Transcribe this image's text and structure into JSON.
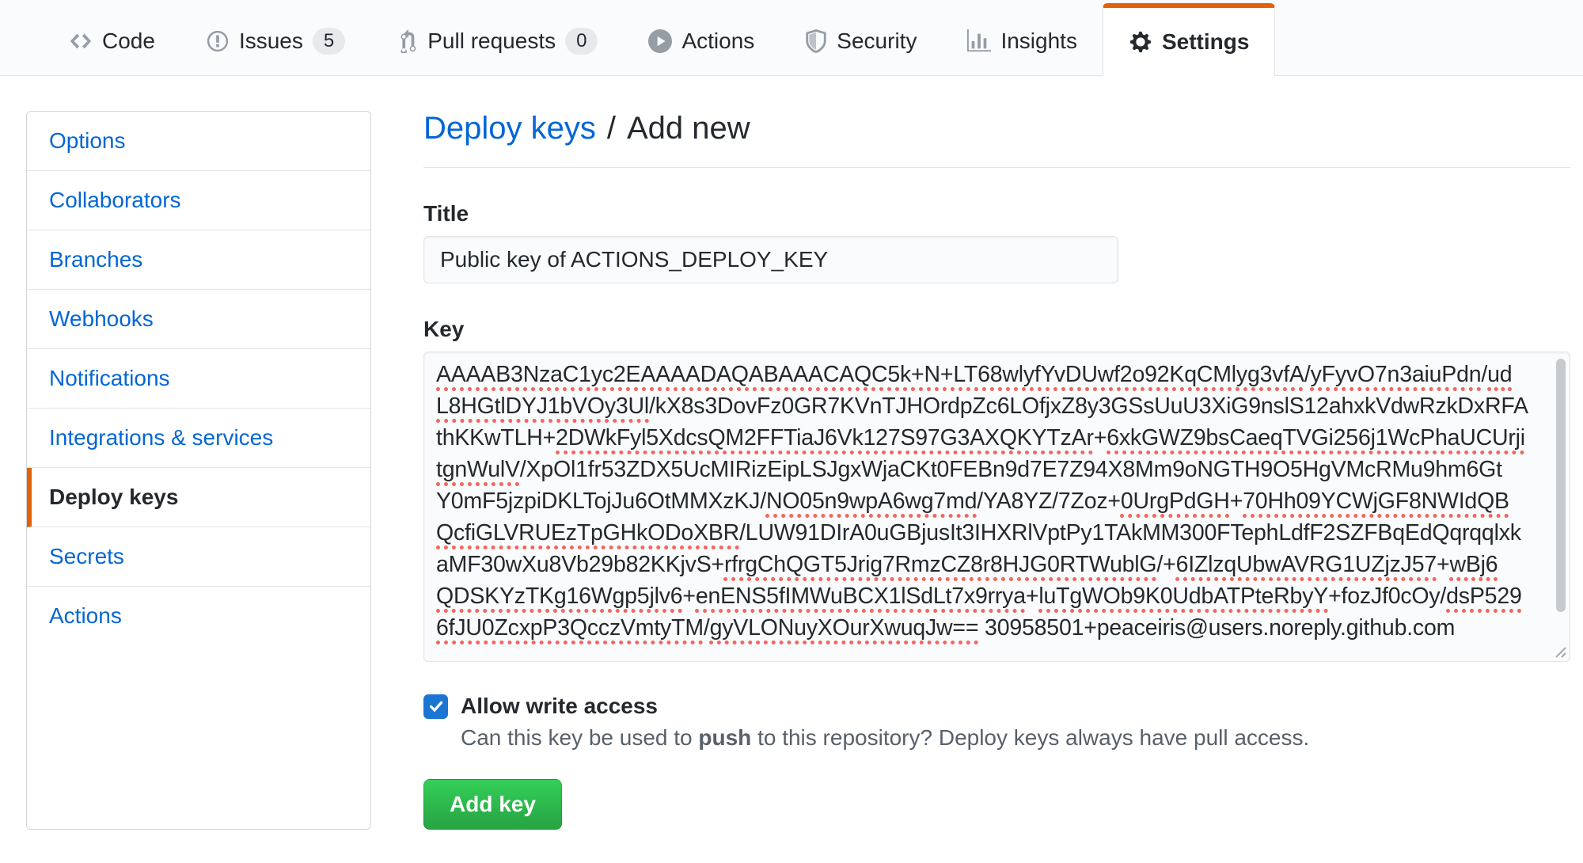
{
  "nav": {
    "tabs": [
      {
        "label": "Code"
      },
      {
        "label": "Issues",
        "count": "5"
      },
      {
        "label": "Pull requests",
        "count": "0"
      },
      {
        "label": "Actions"
      },
      {
        "label": "Security"
      },
      {
        "label": "Insights"
      },
      {
        "label": "Settings",
        "selected": true
      }
    ]
  },
  "sidebar": {
    "items": [
      {
        "label": "Options"
      },
      {
        "label": "Collaborators"
      },
      {
        "label": "Branches"
      },
      {
        "label": "Webhooks"
      },
      {
        "label": "Notifications"
      },
      {
        "label": "Integrations & services"
      },
      {
        "label": "Deploy keys",
        "active": true
      },
      {
        "label": "Secrets"
      },
      {
        "label": "Actions"
      }
    ]
  },
  "main": {
    "breadcrumb": {
      "link": "Deploy keys",
      "separator": "/",
      "current": "Add new"
    },
    "title_field": {
      "label": "Title",
      "value": "Public key of ACTIONS_DEPLOY_KEY"
    },
    "key_field": {
      "label": "Key",
      "lines": [
        [
          {
            "t": "AAAAB3NzaC1yc2EAAAADAQABAAACAQC5k+N+LT68wlyfYvDUwf2o92KqCMlyg3vfA",
            "u": true
          },
          {
            "t": "/",
            "u": false
          },
          {
            "t": "yFyvO7n3aiuPdn",
            "u": true
          },
          {
            "t": "/",
            "u": false
          },
          {
            "t": "ud",
            "u": true
          }
        ],
        [
          {
            "t": "L8HGtlDYJ1bVOy3Ul",
            "u": true
          },
          {
            "t": "/kX8s3DovFz0GR7KVnTJHOrdpZc6LOfjxZ8y3GSsUuU3XiG9nslS12ahxkVdwRzkDxRFA",
            "u": false
          }
        ],
        [
          {
            "t": "thKKwTLH+",
            "u": false
          },
          {
            "t": "2DWkFyl5XdcsQM2FFTiaJ6Vk127S97G3AXQKYTzAr",
            "u": true
          },
          {
            "t": "+",
            "u": false
          },
          {
            "t": "6xkGWZ9bsCaeqTVGi256j1WcPhaUCUrji",
            "u": true
          }
        ],
        [
          {
            "t": "tgnWulV",
            "u": true
          },
          {
            "t": "/XpOl1fr53ZDX5UcMIRizEipLSJgxWjaCKt0FEBn9d7E7Z94X8Mm9oNGTH9O5HgVMcRMu9hm6Gt",
            "u": false
          }
        ],
        [
          {
            "t": "Y0mF5jzpiDKLTojJu6OtMMXzKJ/",
            "u": false
          },
          {
            "t": "NO05n9wpA6wg7md",
            "u": true
          },
          {
            "t": "/YA8YZ/7Zoz+",
            "u": false
          },
          {
            "t": "0UrgPdGH",
            "u": true
          },
          {
            "t": "+",
            "u": false
          },
          {
            "t": "70Hh09YCWjGF8NWIdQB",
            "u": true
          }
        ],
        [
          {
            "t": "QcfiGLVRUEzTpGHkODoXBR",
            "u": true
          },
          {
            "t": "/LUW91DIrA0uGBjusIt3IHXRlVptPy1TAkMM300FTephLdfF2SZFBqEdQqrqqlxk",
            "u": false
          }
        ],
        [
          {
            "t": "aMF30wXu8Vb29b82KKjvS+",
            "u": false
          },
          {
            "t": "rfrgChQGT5Jrig7RmzCZ8r8HJG0RTWublG",
            "u": true
          },
          {
            "t": "/+",
            "u": false
          },
          {
            "t": "6IZlzqUbwAVRG1UZjzJ57",
            "u": true
          },
          {
            "t": "+",
            "u": false
          },
          {
            "t": "wBj6",
            "u": true
          }
        ],
        [
          {
            "t": "QDSKYzTKg16Wgp5jlv6",
            "u": true
          },
          {
            "t": "+",
            "u": false
          },
          {
            "t": "enENS5fIMWuBCX1lSdLt7x9rrya",
            "u": true
          },
          {
            "t": "+",
            "u": false
          },
          {
            "t": "luTgWOb9K0UdbATPteRbyY",
            "u": true
          },
          {
            "t": "+fozJf0cOy/",
            "u": false
          },
          {
            "t": "dsP529",
            "u": true
          }
        ],
        [
          {
            "t": "6fJU0ZcxpP3QcczVmtyTM",
            "u": true
          },
          {
            "t": "/",
            "u": false
          },
          {
            "t": "gyVLONuyXOurXwuqJw==",
            "u": true
          },
          {
            "t": " 30958501+peaceiris@users.noreply.github.com",
            "u": false
          }
        ]
      ]
    },
    "write_access": {
      "label": "Allow write access",
      "checked": true,
      "help_prefix": "Can this key be used to ",
      "help_bold": "push",
      "help_suffix": " to this repository? Deploy keys always have pull access."
    },
    "submit_label": "Add key"
  },
  "colors": {
    "tab_accent_orange": "#e36209",
    "sidebar_active_orange": "#e36209",
    "link_blue": "#0366d6",
    "checkbox_blue": "#1b76d1",
    "button_green": "#28a745",
    "spellcheck_red": "#f4665e"
  }
}
